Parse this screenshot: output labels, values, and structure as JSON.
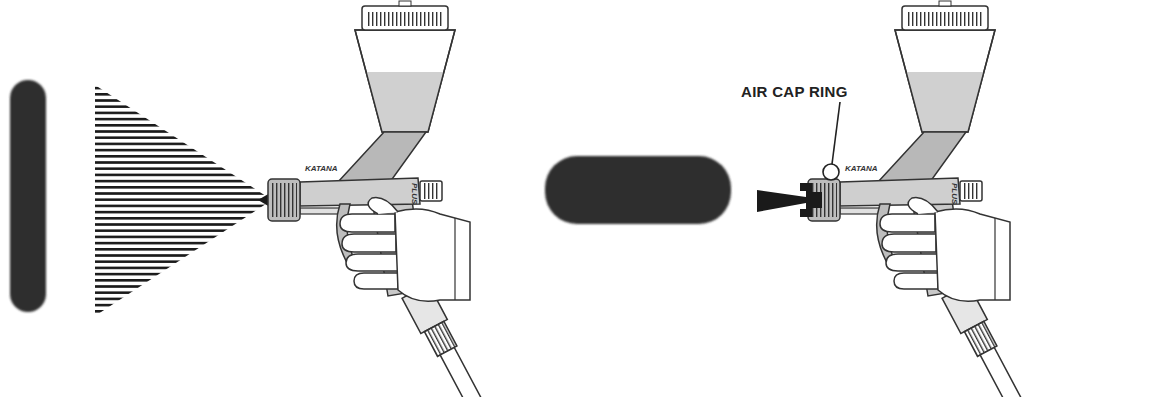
{
  "diagram": {
    "labels": [
      "AIR CAP RING",
      "KATANA",
      "PLUS",
      "KATANA",
      "PLUS"
    ]
  }
}
